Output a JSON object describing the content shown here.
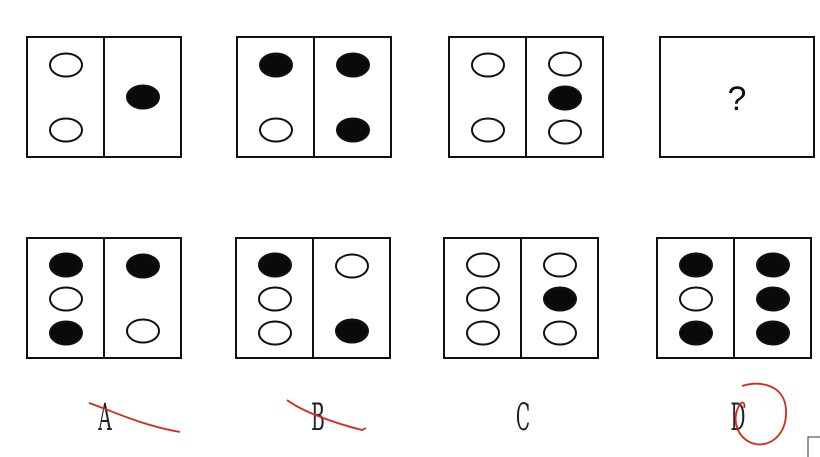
{
  "question_mark": "?",
  "colors": {
    "ink": "#111111",
    "annotation": "#d42a1e"
  },
  "question_panels": [
    {
      "left": [
        "empty",
        "empty"
      ],
      "right": [
        "filled"
      ]
    },
    {
      "left": [
        "filled",
        "empty"
      ],
      "right": [
        "filled",
        "filled"
      ]
    },
    {
      "left": [
        "empty",
        "empty"
      ],
      "right": [
        "empty",
        "filled",
        "empty"
      ]
    }
  ],
  "options": [
    {
      "label": "A",
      "left": [
        "filled",
        "empty",
        "filled"
      ],
      "right": [
        "filled",
        "empty"
      ],
      "mark": "crossed-out"
    },
    {
      "label": "B",
      "left": [
        "filled",
        "empty",
        "empty"
      ],
      "right": [
        "empty",
        "filled"
      ],
      "mark": "crossed-out"
    },
    {
      "label": "C",
      "left": [
        "empty",
        "empty",
        "empty"
      ],
      "right": [
        "empty",
        "filled",
        "empty"
      ],
      "mark": "none"
    },
    {
      "label": "D",
      "left": [
        "filled",
        "empty",
        "filled"
      ],
      "right": [
        "filled",
        "filled",
        "filled"
      ],
      "mark": "circled"
    }
  ]
}
